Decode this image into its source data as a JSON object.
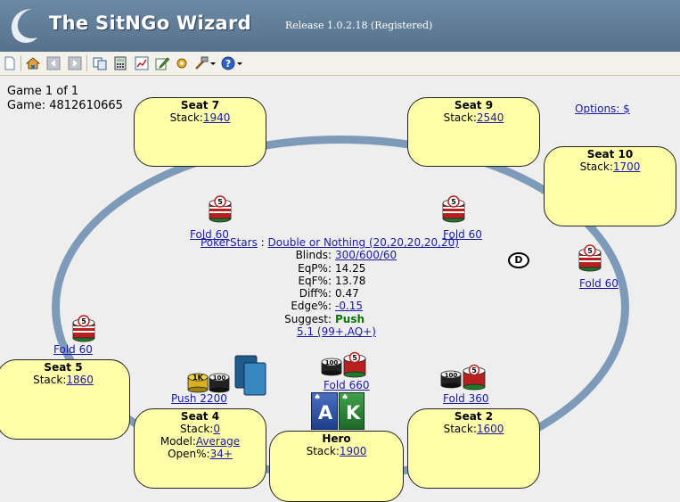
{
  "app": {
    "title": "The SitNGo Wizard",
    "release": "Release 1.0.2.18 (Registered)"
  },
  "toolbar": {
    "icons": [
      "new-icon",
      "home-icon",
      "back-icon",
      "forward-icon",
      "copy-icon",
      "calculator-icon",
      "chart-icon",
      "edit-icon",
      "settings-icon",
      "tools-icon",
      "help-icon"
    ]
  },
  "game": {
    "line1": "Game 1 of 1",
    "line2": "Game: 4812610665"
  },
  "options_link": "Options: $",
  "seats": {
    "seat7": {
      "name": "Seat 7",
      "stack_label": "Stack:",
      "stack": "1940"
    },
    "seat9": {
      "name": "Seat 9",
      "stack_label": "Stack:",
      "stack": "2540"
    },
    "seat10": {
      "name": "Seat 10",
      "stack_label": "Stack:",
      "stack": "1700"
    },
    "seat5": {
      "name": "Seat 5",
      "stack_label": "Stack:",
      "stack": "1860"
    },
    "seat4": {
      "name": "Seat 4",
      "stack_label": "Stack:",
      "stack": "0",
      "model_label": "Model:",
      "model": "Average",
      "open_label": "Open%:",
      "open": "34+"
    },
    "hero": {
      "name": "Hero",
      "stack_label": "Stack:",
      "stack": "1900"
    },
    "seat2": {
      "name": "Seat 2",
      "stack_label": "Stack:",
      "stack": "1600"
    }
  },
  "actions": {
    "seat7": "Fold 60",
    "seat9": "Fold 60",
    "seat10": "Fold 60",
    "seat5": "Fold 60",
    "seat4": "Push 2200",
    "hero": "Fold 660",
    "seat2": "Fold 360"
  },
  "info": {
    "site": "PokerStars",
    "sep": " : ",
    "structure": "Double or Nothing (20,20,20,20,20)",
    "blinds_label": "Blinds:",
    "blinds": "300/600/60",
    "eqp_label": "EqP%:",
    "eqp": "14.25",
    "eqf_label": "EqF%:",
    "eqf": "13.78",
    "diff_label": "Diff%:",
    "diff": "0.47",
    "edge_label": "Edge%:",
    "edge": "-0.15",
    "suggest_label": "Suggest:",
    "suggest": "Push",
    "range": "5.1 (99+,AQ+)"
  },
  "hero_cards": [
    {
      "rank": "A",
      "suit": "♠"
    },
    {
      "rank": "K",
      "suit": "♠"
    }
  ],
  "dealer_button": "D",
  "chip_labels": {
    "five": "5",
    "hundred": "100",
    "thousand": "1K"
  },
  "colors": {
    "header": "#6c8aa5",
    "table_rail": "#7d9bb8",
    "seat_fill": "#ffffaa",
    "link": "#1a1aa6",
    "push": "#007700"
  }
}
